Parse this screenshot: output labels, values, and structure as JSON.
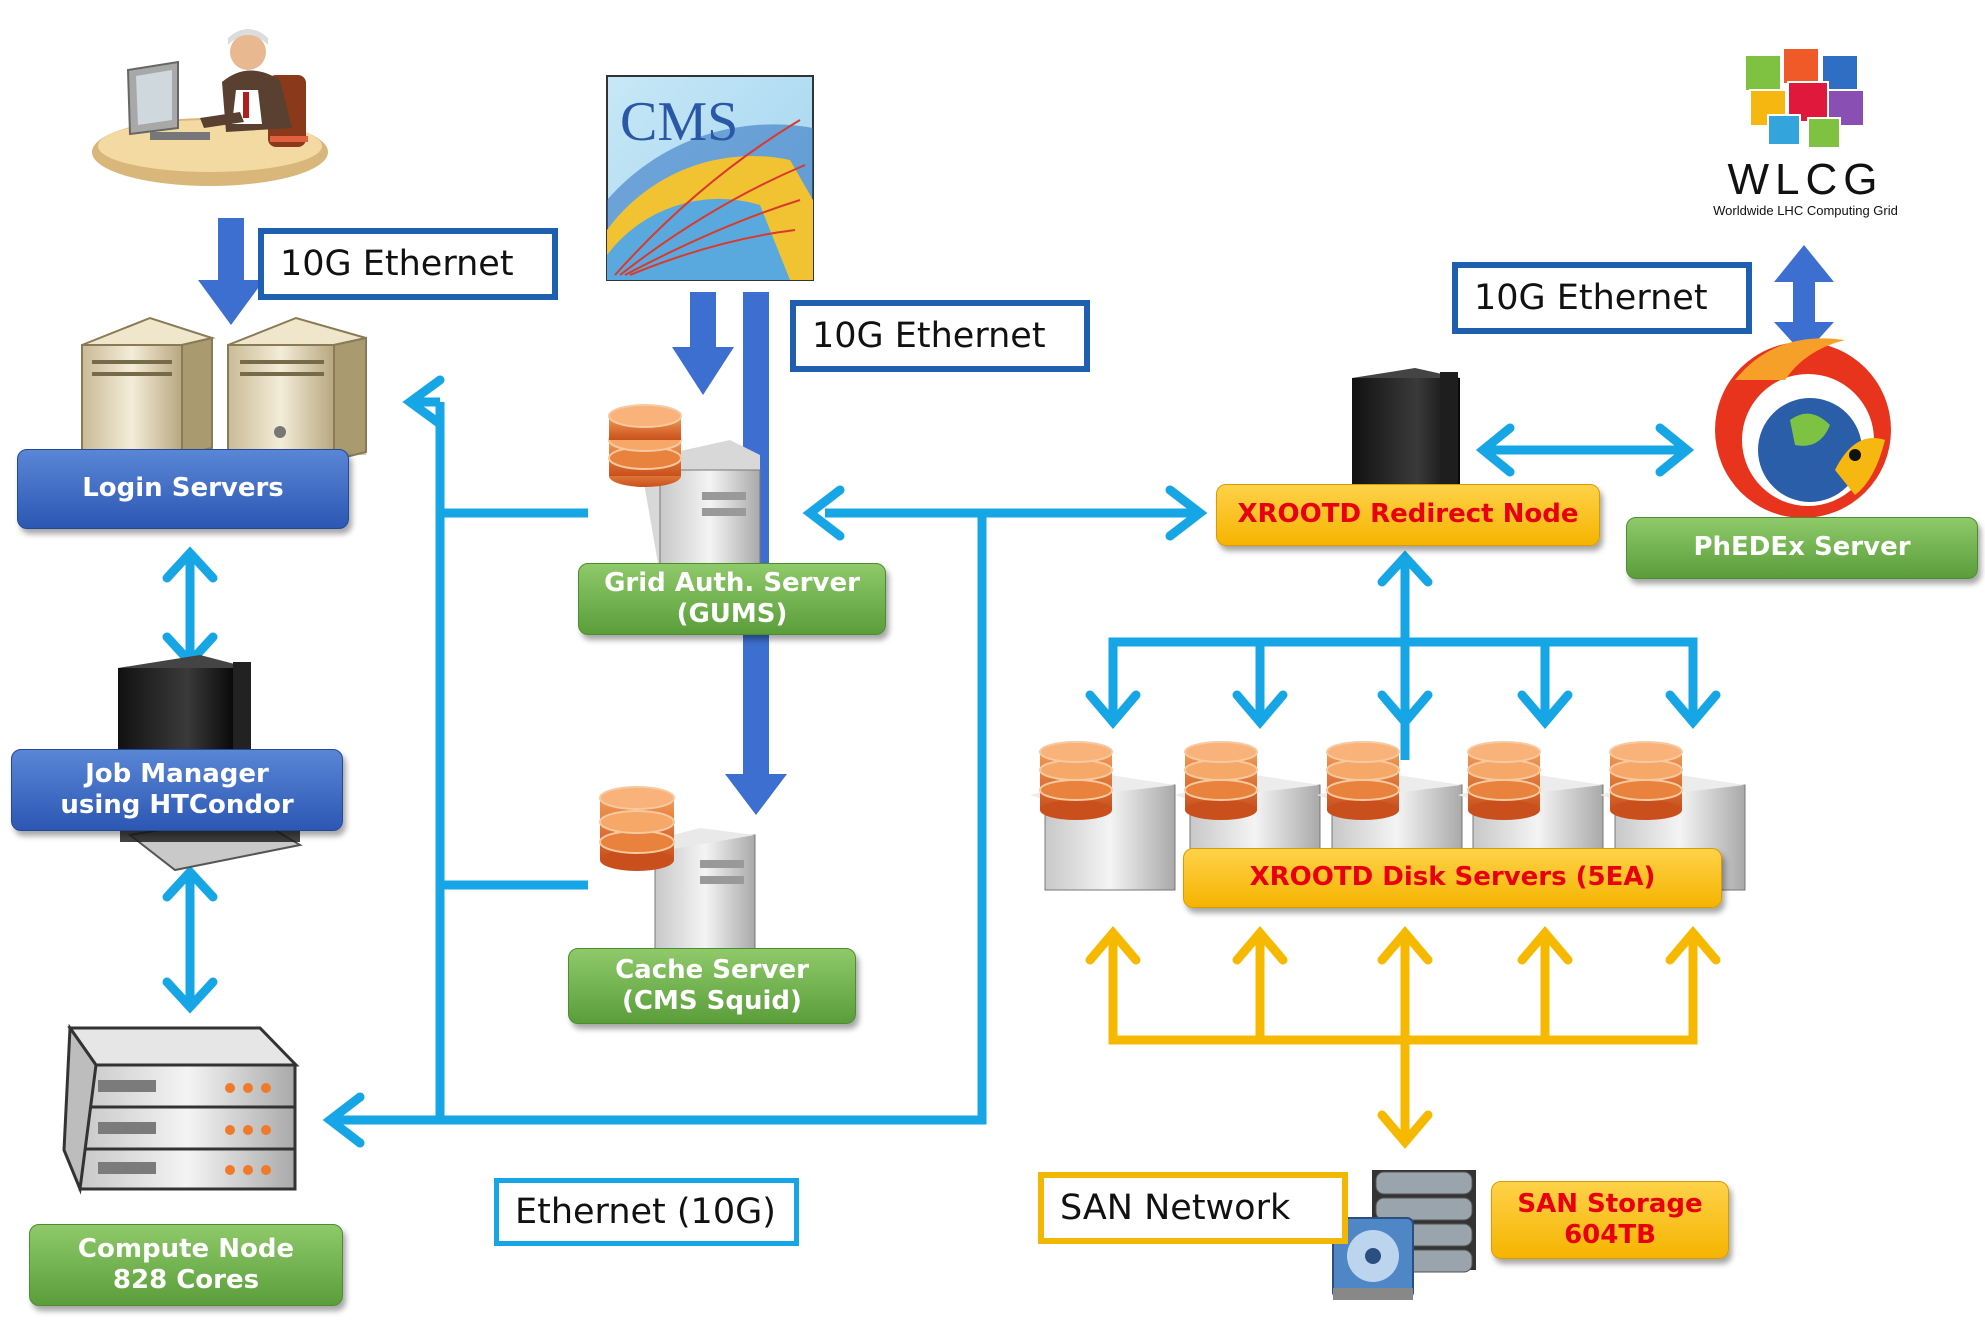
{
  "labels": {
    "login_servers": "Login Servers",
    "job_manager": "Job Manager\nusing HTCondor",
    "compute_node": "Compute Node\n828 Cores",
    "grid_auth": "Grid Auth. Server\n(GUMS)",
    "cache_server": "Cache Server\n(CMS Squid)",
    "xrootd_redirect": "XROOTD Redirect Node",
    "phedex": "PhEDEx  Server",
    "xrootd_disk": "XROOTD Disk Servers (5EA)",
    "san_storage": "SAN Storage\n604TB"
  },
  "links": {
    "eth_user": "10G Ethernet",
    "eth_cms": "10G Ethernet",
    "eth_wlcg": "10G Ethernet",
    "eth_legend": "Ethernet (10G)",
    "san_network": "SAN Network"
  },
  "logos": {
    "cms": "CMS",
    "wlcg": "WLCG",
    "wlcg_sub": "Worldwide LHC Computing Grid"
  },
  "colors": {
    "dark_blue_link": "#3d6fd0",
    "light_blue_link": "#16a6e6",
    "san_link": "#f7b900",
    "label_blue": "#2c57b3",
    "label_green": "#5a9e3a",
    "label_orange": "#f5b400",
    "label_orange_text": "#e8000f"
  }
}
